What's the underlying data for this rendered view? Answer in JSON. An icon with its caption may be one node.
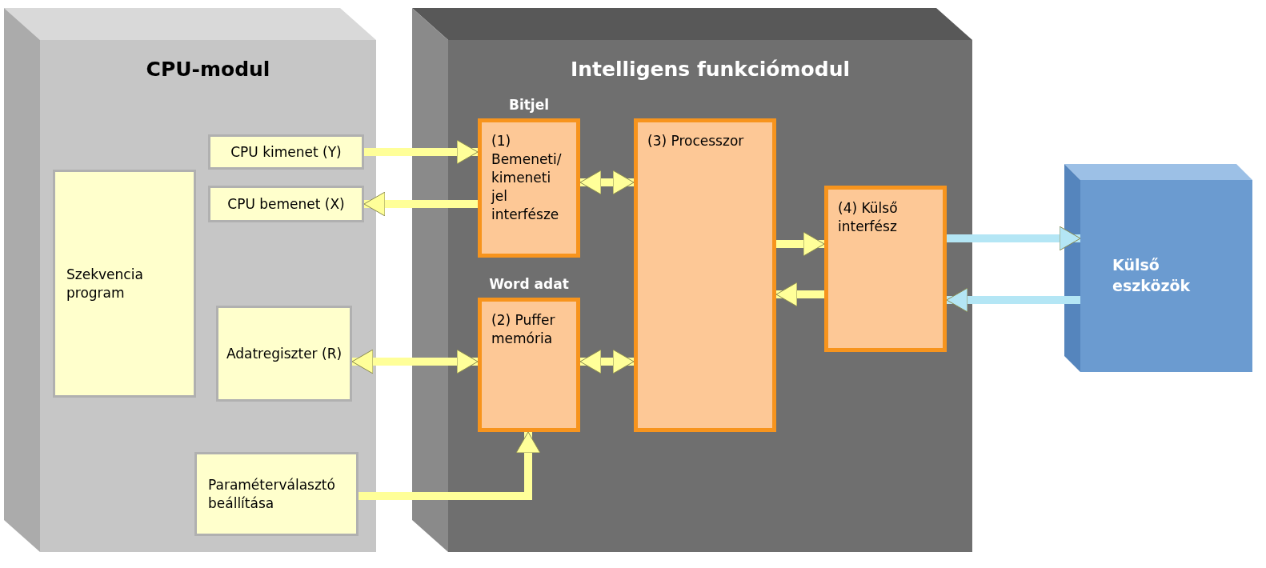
{
  "diagram": {
    "nodes": [
      {
        "text": [
          "CPU-modul"
        ]
      },
      {
        "text": [
          "CPU kimenet (Y)"
        ],
        "in": 0
      },
      {
        "text": [
          "CPU bemenet (X)"
        ],
        "in": 0
      },
      {
        "text": [
          "Szekvencia program"
        ],
        "in": 0
      },
      {
        "text": [
          "Adatregiszter (R)"
        ],
        "in": 0
      },
      {
        "text": [
          "Paraméterválasztó beállítása"
        ],
        "in": 0
      },
      {
        "text": [
          "Intelligens funkciómodul"
        ]
      },
      {
        "text": [
          "Bitjel",
          "(1) Bemeneti/ kimeneti jel interfésze"
        ],
        "in": 6
      },
      {
        "text": [
          "Word adat",
          "(2) Puffer memória"
        ],
        "in": 6
      },
      {
        "text": [
          "(3) Processzor"
        ],
        "in": 6
      },
      {
        "text": [
          "(4) Külső interfész"
        ],
        "in": 6
      },
      {
        "text": [
          "Külső eszközök"
        ]
      }
    ],
    "edges": [
      {
        "from": 1,
        "to": 7,
        "arrow": "to"
      },
      {
        "from": 7,
        "to": 2,
        "arrow": "to"
      },
      {
        "from": 7,
        "to": 9,
        "arrow": "both"
      },
      {
        "from": 4,
        "to": 8,
        "arrow": "both"
      },
      {
        "from": 8,
        "to": 9,
        "arrow": "both"
      },
      {
        "from": 5,
        "to": 8,
        "arrow": "to"
      },
      {
        "from": 9,
        "to": 10,
        "arrow": "to"
      },
      {
        "from": 10,
        "to": 9,
        "arrow": "to"
      },
      {
        "from": 10,
        "to": 11,
        "arrow": "to",
        "color": "#b4e6f5"
      },
      {
        "from": 11,
        "to": 10,
        "arrow": "to",
        "color": "#b4e6f5"
      }
    ]
  }
}
